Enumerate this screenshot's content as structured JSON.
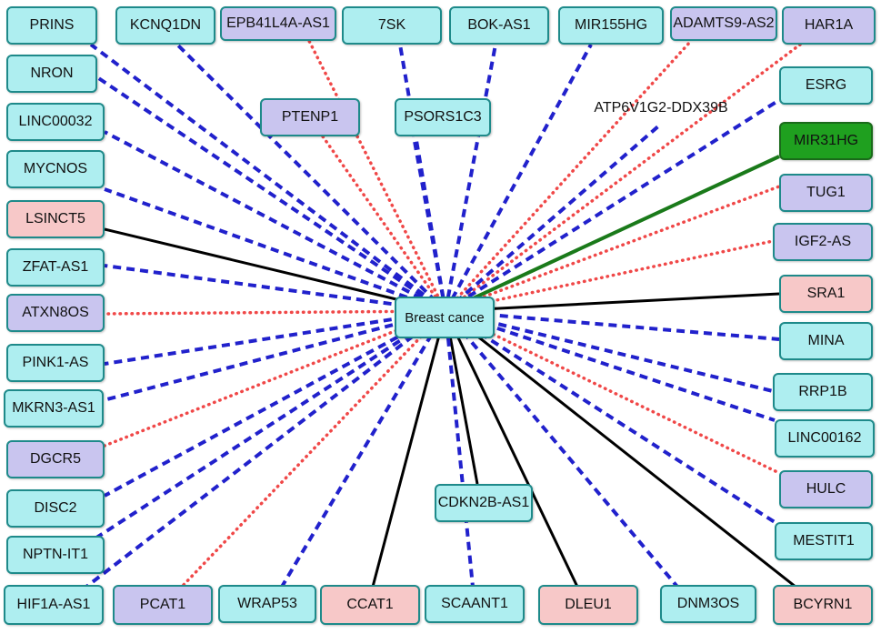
{
  "colors": {
    "cyan": "#aeeef0",
    "purple": "#c9c5ef",
    "pink": "#f7c8c8",
    "green": "#1fa01f",
    "border": "#1e8a8a",
    "dashed_edge": "#2121cc",
    "dotted_edge": "#f04848",
    "solid_edge": "#000000",
    "green_edge": "#1a7a1a"
  },
  "center": {
    "id": "breast-cancer",
    "label": "Breast cance",
    "fill": "cyan"
  },
  "nodes": [
    {
      "id": "prins",
      "label": "PRINS",
      "fill": "cyan",
      "edge": "dashed"
    },
    {
      "id": "kcnq1dn",
      "label": "KCNQ1DN",
      "fill": "cyan",
      "edge": "dashed"
    },
    {
      "id": "epb41l4a-as1",
      "label": "EPB41L4A-AS1",
      "fill": "purple",
      "edge": "dotted"
    },
    {
      "id": "7sk",
      "label": "7SK",
      "fill": "cyan",
      "edge": "dashed"
    },
    {
      "id": "bok-as1",
      "label": "BOK-AS1",
      "fill": "cyan",
      "edge": "dashed"
    },
    {
      "id": "mir155hg",
      "label": "MIR155HG",
      "fill": "cyan",
      "edge": "dashed"
    },
    {
      "id": "adamts9-as2",
      "label": "ADAMTS9-AS2",
      "fill": "purple",
      "edge": "dotted"
    },
    {
      "id": "har1a",
      "label": "HAR1A",
      "fill": "purple",
      "edge": "dotted"
    },
    {
      "id": "nron",
      "label": "NRON",
      "fill": "cyan",
      "edge": "dashed"
    },
    {
      "id": "ptenp1",
      "label": "PTENP1",
      "fill": "purple",
      "edge": "dotted"
    },
    {
      "id": "psors1c3",
      "label": "PSORS1C3",
      "fill": "cyan",
      "edge": "dashed"
    },
    {
      "id": "atp6v1g2-ddx39b",
      "label": "ATP6V1G2-DDX39B",
      "fill": "none",
      "edge": "dashed"
    },
    {
      "id": "esrg",
      "label": "ESRG",
      "fill": "cyan",
      "edge": "dashed"
    },
    {
      "id": "linc00032",
      "label": "LINC00032",
      "fill": "cyan",
      "edge": "dashed"
    },
    {
      "id": "mir31hg",
      "label": "MIR31HG",
      "fill": "green",
      "edge": "green"
    },
    {
      "id": "mycnos",
      "label": "MYCNOS",
      "fill": "cyan",
      "edge": "dashed"
    },
    {
      "id": "tug1",
      "label": "TUG1",
      "fill": "purple",
      "edge": "dotted"
    },
    {
      "id": "lsinct5",
      "label": "LSINCT5",
      "fill": "pink",
      "edge": "solid"
    },
    {
      "id": "igf2-as",
      "label": "IGF2-AS",
      "fill": "purple",
      "edge": "dotted"
    },
    {
      "id": "zfat-as1",
      "label": "ZFAT-AS1",
      "fill": "cyan",
      "edge": "dashed"
    },
    {
      "id": "sra1",
      "label": "SRA1",
      "fill": "pink",
      "edge": "solid"
    },
    {
      "id": "atxn8os",
      "label": "ATXN8OS",
      "fill": "purple",
      "edge": "dotted"
    },
    {
      "id": "mina",
      "label": "MINA",
      "fill": "cyan",
      "edge": "dashed"
    },
    {
      "id": "pink1-as",
      "label": "PINK1-AS",
      "fill": "cyan",
      "edge": "dashed"
    },
    {
      "id": "rrp1b",
      "label": "RRP1B",
      "fill": "cyan",
      "edge": "dashed"
    },
    {
      "id": "mkrn3-as1",
      "label": "MKRN3-AS1",
      "fill": "cyan",
      "edge": "dashed"
    },
    {
      "id": "linc00162",
      "label": "LINC00162",
      "fill": "cyan",
      "edge": "dashed"
    },
    {
      "id": "dgcr5",
      "label": "DGCR5",
      "fill": "purple",
      "edge": "dotted"
    },
    {
      "id": "hulc",
      "label": "HULC",
      "fill": "purple",
      "edge": "dotted"
    },
    {
      "id": "disc2",
      "label": "DISC2",
      "fill": "cyan",
      "edge": "dashed"
    },
    {
      "id": "cdkn2b-as1",
      "label": "CDKN2B-AS1",
      "fill": "cyan",
      "edge": "solid"
    },
    {
      "id": "mestit1",
      "label": "MESTIT1",
      "fill": "cyan",
      "edge": "dashed"
    },
    {
      "id": "nptn-it1",
      "label": "NPTN-IT1",
      "fill": "cyan",
      "edge": "dashed"
    },
    {
      "id": "hif1a-as1",
      "label": "HIF1A-AS1",
      "fill": "cyan",
      "edge": "dashed"
    },
    {
      "id": "pcat1",
      "label": "PCAT1",
      "fill": "purple",
      "edge": "dotted"
    },
    {
      "id": "wrap53",
      "label": "WRAP53",
      "fill": "cyan",
      "edge": "dashed"
    },
    {
      "id": "ccat1",
      "label": "CCAT1",
      "fill": "pink",
      "edge": "solid"
    },
    {
      "id": "scaant1",
      "label": "SCAANT1",
      "fill": "cyan",
      "edge": "dashed"
    },
    {
      "id": "dleu1",
      "label": "DLEU1",
      "fill": "pink",
      "edge": "solid"
    },
    {
      "id": "dnm3os",
      "label": "DNM3OS",
      "fill": "cyan",
      "edge": "dashed"
    },
    {
      "id": "bcyrn1",
      "label": "BCYRN1",
      "fill": "pink",
      "edge": "solid"
    }
  ]
}
